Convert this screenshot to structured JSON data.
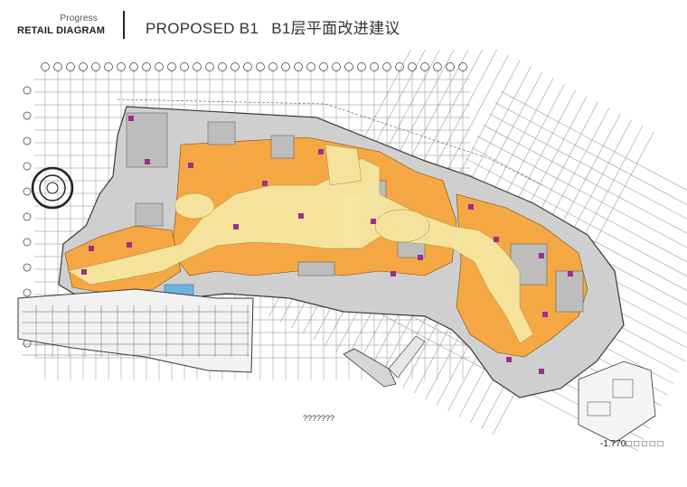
{
  "header": {
    "kicker": "Progress",
    "section": "RETAIL DIAGRAM",
    "title_en": "PROPOSED B1",
    "title_cn": "B1层平面改进建议"
  },
  "plan": {
    "caption": "???????",
    "level_label": "-1.770□ □ □ □ □",
    "colors": {
      "retail": "#f5a744",
      "corridor": "#f7e7a0",
      "service": "#c9c9c9",
      "highlight": "#6fb4e0",
      "accent": "#9b2f8f",
      "linework": "#3a3a3a"
    }
  }
}
